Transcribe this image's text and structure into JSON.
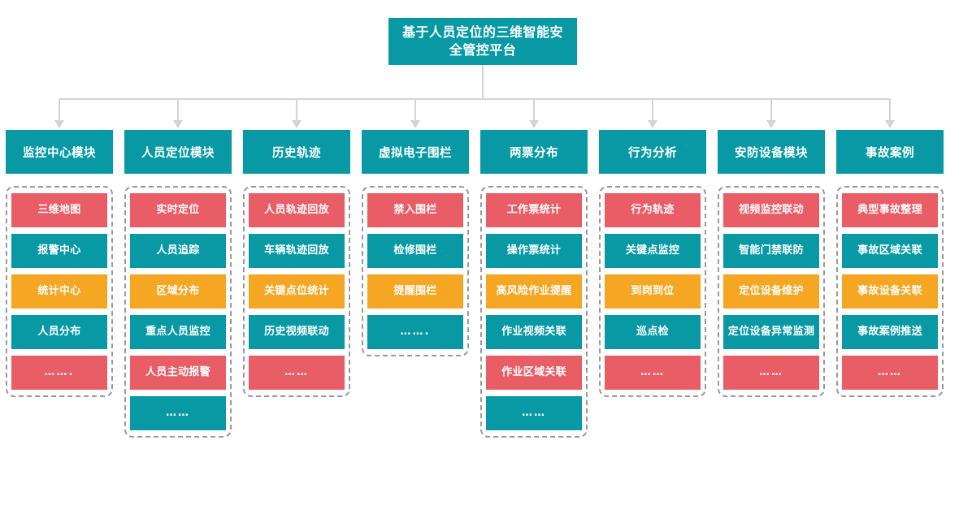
{
  "title": "基于人员定位的三维智能安全管控平台",
  "colors": {
    "teal": "#0899A5",
    "red": "#E85D66",
    "amber": "#F5A623",
    "connector": "#d4d4d4",
    "group_border": "#9a9a9a"
  },
  "columns": [
    {
      "header": "监控中心模块",
      "items": [
        {
          "label": "三维地图",
          "color": "red"
        },
        {
          "label": "报警中心",
          "color": "teal"
        },
        {
          "label": "统计中心",
          "color": "amber"
        },
        {
          "label": "人员分布",
          "color": "teal"
        },
        {
          "label": "…….",
          "color": "red"
        }
      ]
    },
    {
      "header": "人员定位模块",
      "items": [
        {
          "label": "实时定位",
          "color": "red"
        },
        {
          "label": "人员追踪",
          "color": "teal"
        },
        {
          "label": "区域分布",
          "color": "amber"
        },
        {
          "label": "重点人员监控",
          "color": "teal"
        },
        {
          "label": "人员主动报警",
          "color": "red"
        },
        {
          "label": "……",
          "color": "teal"
        }
      ]
    },
    {
      "header": "历史轨迹",
      "items": [
        {
          "label": "人员轨迹回放",
          "color": "red"
        },
        {
          "label": "车辆轨迹回放",
          "color": "teal"
        },
        {
          "label": "关键点位统计",
          "color": "amber"
        },
        {
          "label": "历史视频联动",
          "color": "teal"
        },
        {
          "label": "……",
          "color": "red"
        }
      ]
    },
    {
      "header": "虚拟电子围栏",
      "items": [
        {
          "label": "禁入围栏",
          "color": "red"
        },
        {
          "label": "检修围栏",
          "color": "teal"
        },
        {
          "label": "提醒围栏",
          "color": "amber"
        },
        {
          "label": "…….",
          "color": "teal"
        }
      ]
    },
    {
      "header": "两票分布",
      "items": [
        {
          "label": "工作票统计",
          "color": "red"
        },
        {
          "label": "操作票统计",
          "color": "teal"
        },
        {
          "label": "高风险作业提醒",
          "color": "amber"
        },
        {
          "label": "作业视频关联",
          "color": "teal"
        },
        {
          "label": "作业区域关联",
          "color": "red"
        },
        {
          "label": "……",
          "color": "teal"
        }
      ]
    },
    {
      "header": "行为分析",
      "items": [
        {
          "label": "行为轨迹",
          "color": "red"
        },
        {
          "label": "关键点监控",
          "color": "teal"
        },
        {
          "label": "到岗到位",
          "color": "amber"
        },
        {
          "label": "巡点检",
          "color": "teal"
        },
        {
          "label": "……",
          "color": "red"
        }
      ]
    },
    {
      "header": "安防设备模块",
      "items": [
        {
          "label": "视频监控联动",
          "color": "red"
        },
        {
          "label": "智能门禁联防",
          "color": "teal"
        },
        {
          "label": "定位设备维护",
          "color": "amber"
        },
        {
          "label": "定位设备异常监测",
          "color": "teal"
        },
        {
          "label": "……",
          "color": "red"
        }
      ]
    },
    {
      "header": "事故案例",
      "items": [
        {
          "label": "典型事故整理",
          "color": "red"
        },
        {
          "label": "事故区域关联",
          "color": "teal"
        },
        {
          "label": "事故设备关联",
          "color": "amber"
        },
        {
          "label": "事故案例推送",
          "color": "teal"
        },
        {
          "label": "……",
          "color": "red"
        }
      ]
    }
  ]
}
